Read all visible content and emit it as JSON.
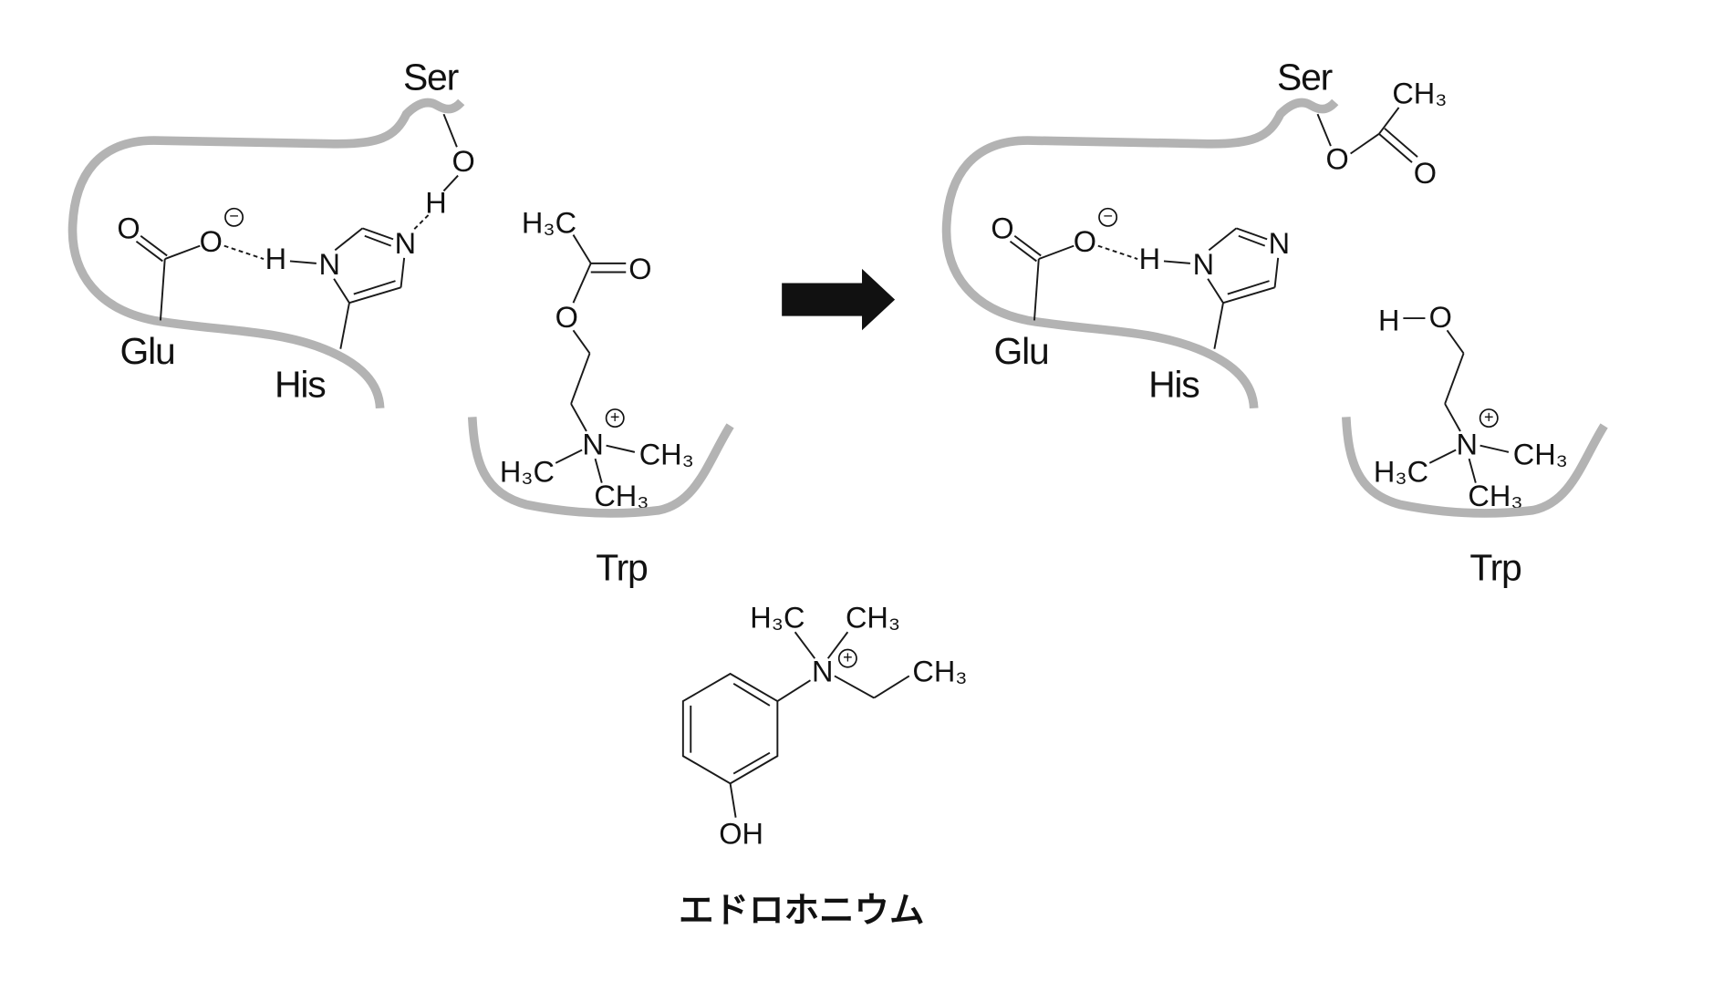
{
  "residues": {
    "ser": "Ser",
    "glu": "Glu",
    "his": "His",
    "trp": "Trp"
  },
  "atoms": {
    "O": "O",
    "H": "H",
    "N": "N",
    "H3C": "H₃C",
    "CH3": "CH₃",
    "OH": "OH",
    "minus": "−",
    "plus": "+"
  },
  "compound_name": "エドロホニウム",
  "colors": {
    "pocket": "#b3b3b3",
    "arrow": "#111111"
  }
}
